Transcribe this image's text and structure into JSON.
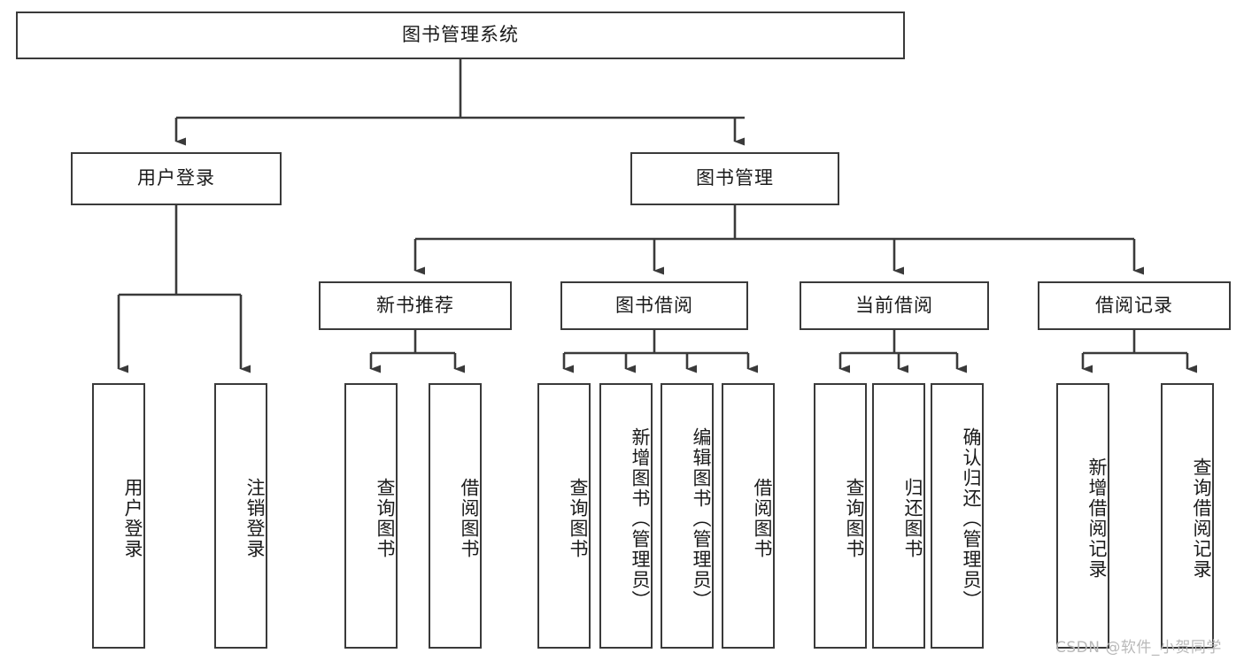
{
  "diagram": {
    "title": "图书管理系统",
    "watermark": "CSDN @软件_小贺同学",
    "colors": {
      "stroke": "#3a3a3a",
      "fill": "#ffffff",
      "text": "#1a1a1a",
      "watermark": "#b9b9b9"
    },
    "root": {
      "label": "图书管理系统",
      "orientation": "horizontal"
    },
    "level2": [
      {
        "label": "用户登录",
        "orientation": "horizontal"
      },
      {
        "label": "图书管理",
        "orientation": "horizontal"
      }
    ],
    "level3": [
      {
        "label": "新书推荐",
        "orientation": "horizontal",
        "parent": "图书管理"
      },
      {
        "label": "图书借阅",
        "orientation": "horizontal",
        "parent": "图书管理"
      },
      {
        "label": "当前借阅",
        "orientation": "horizontal",
        "parent": "图书管理"
      },
      {
        "label": "借阅记录",
        "orientation": "horizontal",
        "parent": "图书管理"
      }
    ],
    "leaves": {
      "user_login": [
        {
          "label": "用户登录",
          "orientation": "vertical"
        },
        {
          "label": "注销登录",
          "orientation": "vertical"
        }
      ],
      "new_book_recommend": [
        {
          "label": "查询图书",
          "orientation": "vertical"
        },
        {
          "label": "借阅图书",
          "orientation": "vertical"
        }
      ],
      "book_borrow": [
        {
          "label": "查询图书",
          "orientation": "vertical"
        },
        {
          "label": "新增图书（管理员）",
          "orientation": "vertical"
        },
        {
          "label": "编辑图书（管理员）",
          "orientation": "vertical"
        },
        {
          "label": "借阅图书",
          "orientation": "vertical"
        }
      ],
      "current_borrow": [
        {
          "label": "查询图书",
          "orientation": "vertical"
        },
        {
          "label": "归还图书",
          "orientation": "vertical"
        },
        {
          "label": "确认归还（管理员）",
          "orientation": "vertical"
        }
      ],
      "borrow_record": [
        {
          "label": "新增借阅记录",
          "orientation": "vertical"
        },
        {
          "label": "查询借阅记录",
          "orientation": "vertical"
        }
      ]
    }
  }
}
